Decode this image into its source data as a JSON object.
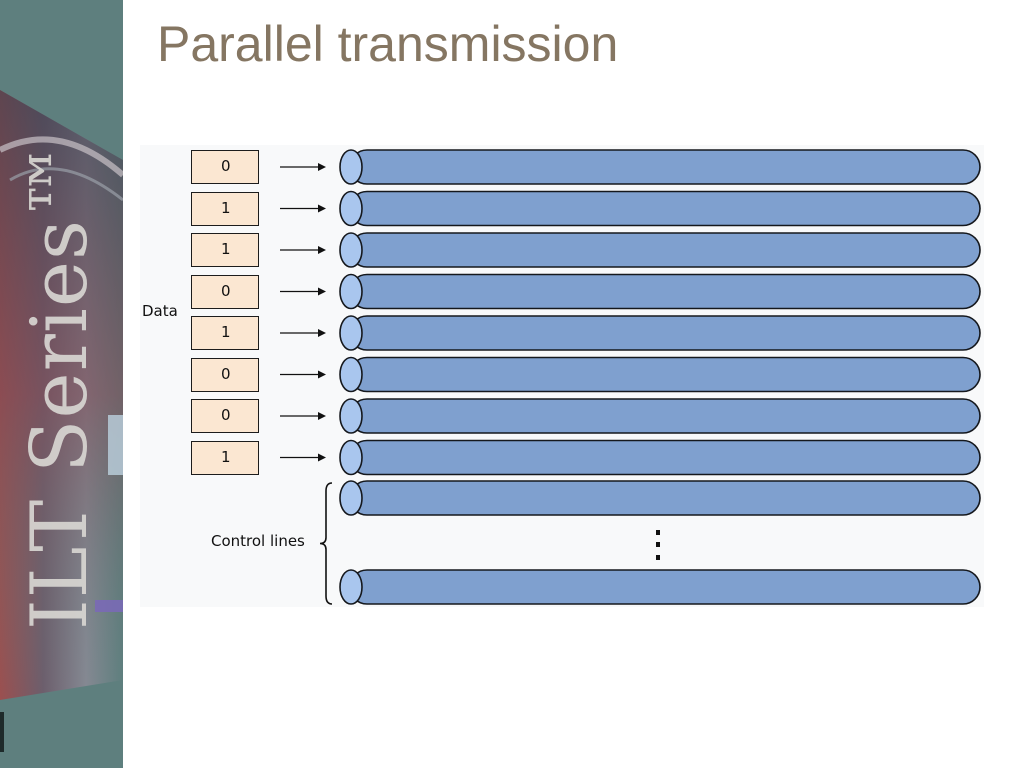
{
  "slide": {
    "title": "Parallel transmission"
  },
  "sidebar": {
    "brand_text": "ILT Series™"
  },
  "diagram": {
    "data_label": "Data",
    "control_label": "Control lines",
    "bits": [
      "0",
      "1",
      "1",
      "0",
      "1",
      "0",
      "0",
      "1"
    ],
    "control_ellipsis": "⋮"
  },
  "colors": {
    "title": "#857662",
    "sidebar": "#5e7f7e",
    "wire_fill": "#7fa0cf",
    "wire_end_fill": "#a9c6ee",
    "bit_box_fill": "#fbe7d2"
  },
  "icons": {
    "arrow": "right-arrow-icon",
    "brace": "curly-brace-icon"
  }
}
